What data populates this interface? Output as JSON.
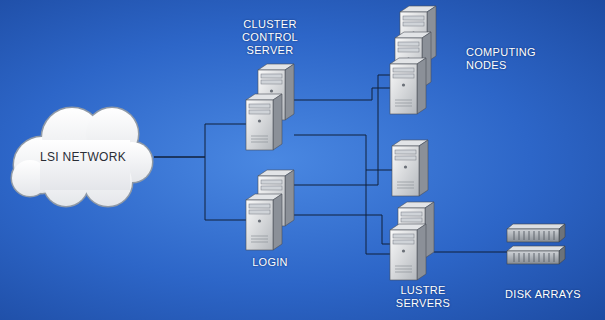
{
  "diagram": {
    "nodes": [
      {
        "text": [
          "LSI NETWORK"
        ]
      },
      {
        "text": [
          "CLUSTER CONTROL SERVER"
        ]
      },
      {
        "text": [
          "LOGIN"
        ]
      },
      {
        "text": [
          "COMPUTING NODES"
        ]
      },
      {
        "text": [
          "LUSTRE SERVERS"
        ]
      },
      {
        "text": [
          "DISK ARRAYS"
        ]
      }
    ],
    "edges": [
      {
        "from": 0,
        "to": 1,
        "arrow": "none"
      },
      {
        "from": 0,
        "to": 2,
        "arrow": "none"
      },
      {
        "from": 1,
        "to": 3,
        "arrow": "none"
      },
      {
        "from": 1,
        "to": 4,
        "arrow": "none"
      },
      {
        "from": 2,
        "to": 3,
        "arrow": "none"
      },
      {
        "from": 2,
        "to": 4,
        "arrow": "none"
      },
      {
        "from": 4,
        "to": 5,
        "arrow": "none"
      }
    ]
  }
}
